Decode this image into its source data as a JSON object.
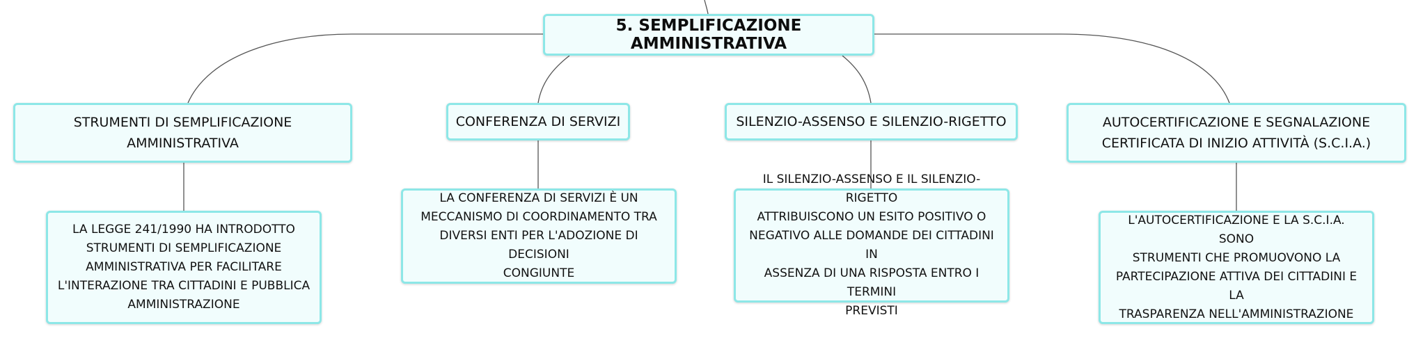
{
  "root": {
    "title": "5. SEMPLIFICAZIONE AMMINISTRATIVA"
  },
  "branches": [
    {
      "label": "STRUMENTI DI SEMPLIFICAZIONE AMMINISTRATIVA",
      "detail": [
        "LA LEGGE 241/1990 HA INTRODOTTO",
        "STRUMENTI DI SEMPLIFICAZIONE",
        "AMMINISTRATIVA PER FACILITARE",
        "L'INTERAZIONE TRA CITTADINI E PUBBLICA",
        "AMMINISTRAZIONE"
      ]
    },
    {
      "label": "CONFERENZA DI SERVIZI",
      "detail": [
        "LA CONFERENZA DI SERVIZI È UN",
        "MECCANISMO DI COORDINAMENTO TRA",
        "DIVERSI ENTI PER L'ADOZIONE DI DECISIONI",
        "CONGIUNTE"
      ]
    },
    {
      "label": "SILENZIO-ASSENSO E SILENZIO-RIGETTO",
      "detail": [
        "IL SILENZIO-ASSENSO E IL SILENZIO-RIGETTO",
        "ATTRIBUISCONO UN ESITO POSITIVO O",
        "NEGATIVO ALLE DOMANDE DEI CITTADINI IN",
        "ASSENZA DI UNA RISPOSTA ENTRO I TERMINI",
        "PREVISTI"
      ]
    },
    {
      "label_lines": [
        "AUTOCERTIFICAZIONE E SEGNALAZIONE",
        "CERTIFICATA DI INIZIO ATTIVITÀ (S.C.I.A.)"
      ],
      "detail": [
        "L'AUTOCERTIFICAZIONE E LA S.C.I.A. SONO",
        "STRUMENTI CHE PROMUOVONO LA",
        "PARTECIPAZIONE ATTIVA DEI CITTADINI E LA",
        "TRASPARENZA NELL'AMMINISTRAZIONE"
      ]
    }
  ],
  "colors": {
    "node_border": "#8de7e7",
    "node_fill": "#f1fdfd",
    "connector": "#555555"
  }
}
